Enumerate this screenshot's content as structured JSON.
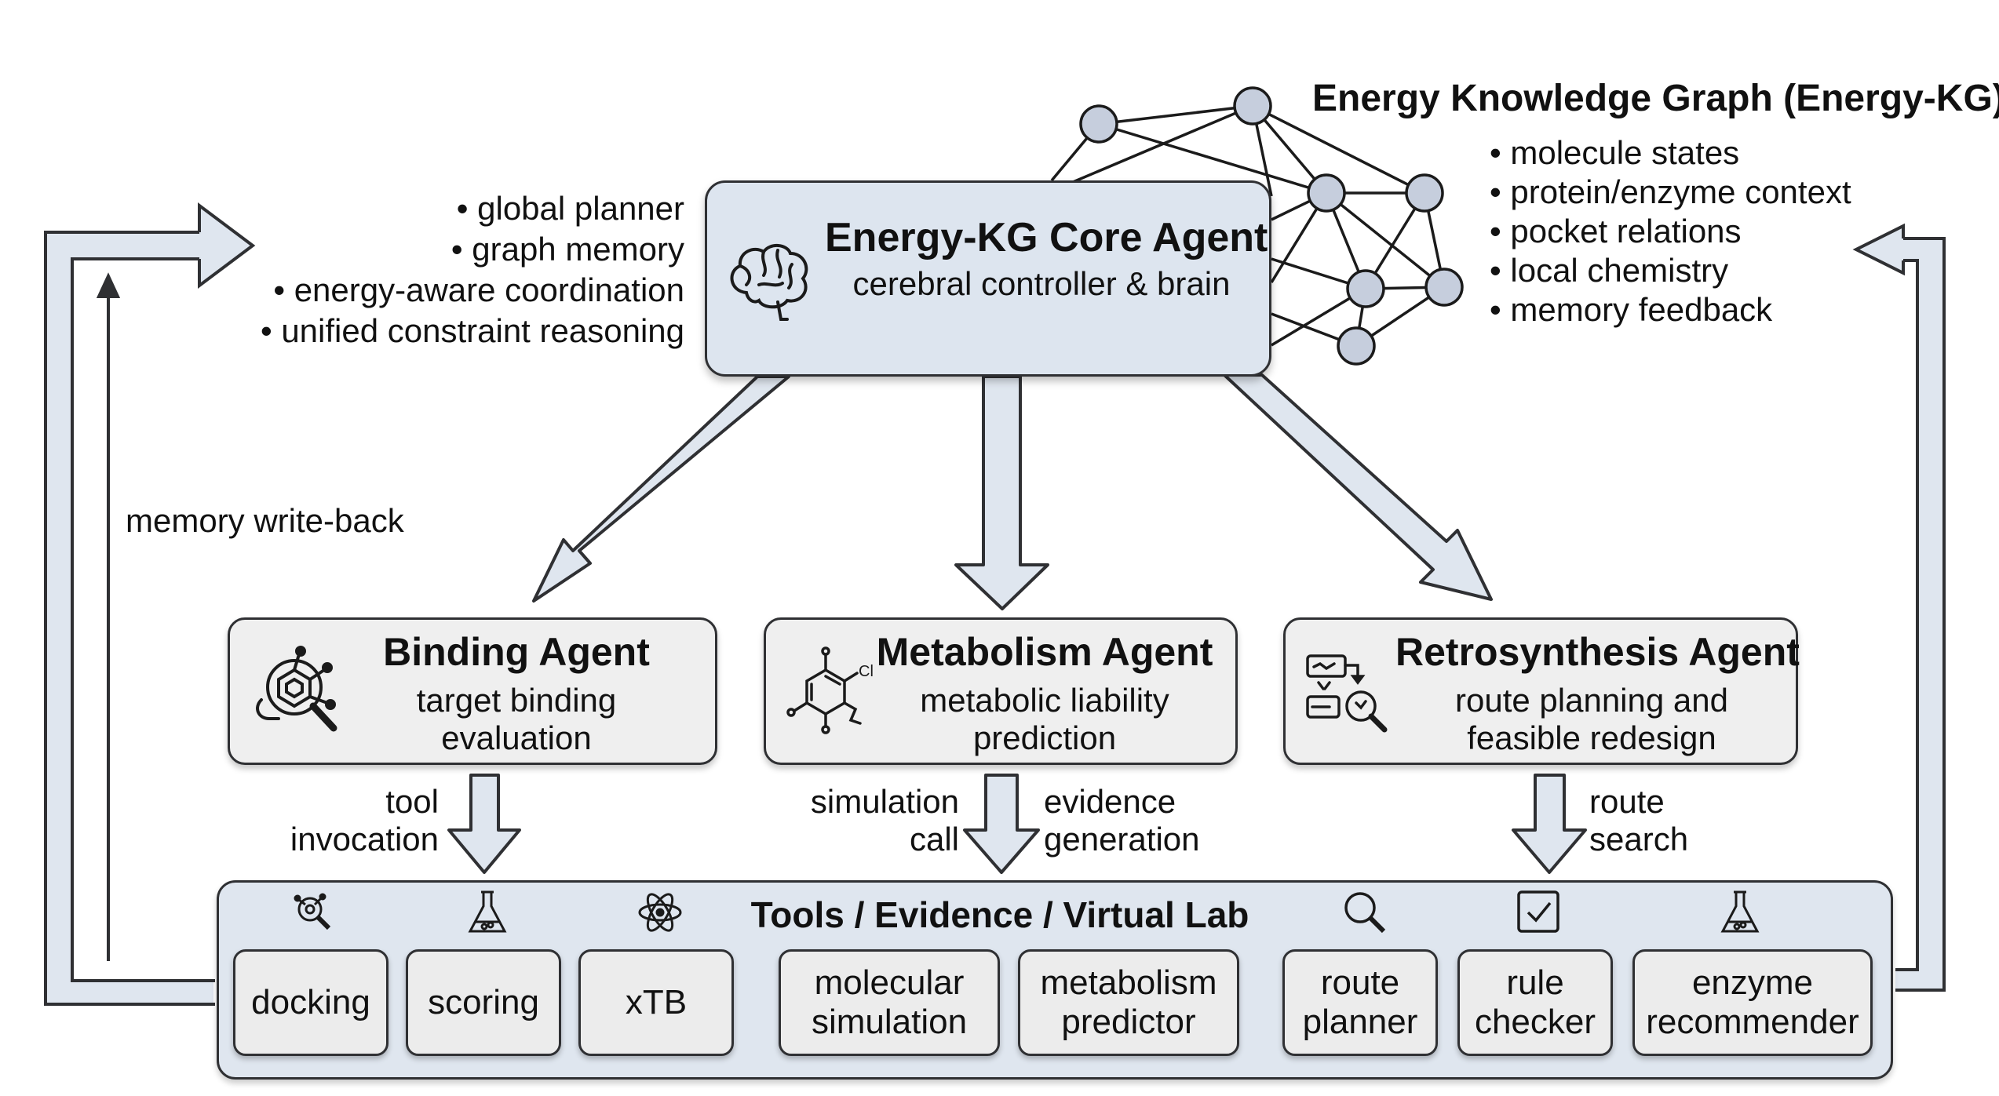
{
  "core": {
    "title": "Energy-KG Core Agent",
    "subtitle": "cerebral controller & brain",
    "bullets": [
      "global planner",
      "graph memory",
      "energy-aware coordination",
      "unified constraint reasoning"
    ]
  },
  "kg": {
    "title": "Energy Knowledge Graph (Energy-KG)",
    "bullets": [
      "molecule states",
      "protein/enzyme context",
      "pocket relations",
      "local chemistry",
      "memory feedback"
    ]
  },
  "feedback": {
    "label": "memory write-back"
  },
  "agents": [
    {
      "title": "Binding Agent",
      "line1": "target binding",
      "line2": "evaluation"
    },
    {
      "title": "Metabolism Agent",
      "line1": "metabolic liability",
      "line2": "prediction"
    },
    {
      "title": "Retrosynthesis Agent",
      "line1": "route planning and",
      "line2": "feasible redesign"
    }
  ],
  "flows": {
    "binding": [
      "tool",
      "invocation"
    ],
    "metabolism_left": [
      "simulation",
      "call"
    ],
    "metabolism_right": [
      "evidence",
      "generation"
    ],
    "retro": [
      "route",
      "search"
    ]
  },
  "lab": {
    "title": "Tools / Evidence / Virtual Lab",
    "icons": [
      "molecule-search-icon",
      "flask-icon",
      "atom-icon",
      "magnifier-icon",
      "checkbox-icon",
      "flask-icon"
    ],
    "tools": [
      [
        "docking"
      ],
      [
        "scoring"
      ],
      [
        "xTB"
      ],
      [
        "molecular",
        "simulation"
      ],
      [
        "metabolism",
        "predictor"
      ],
      [
        "route",
        "planner"
      ],
      [
        "rule",
        "checker"
      ],
      [
        "enzyme",
        "recommender"
      ]
    ]
  },
  "colors": {
    "arrow_fill": "#dfe6ef",
    "stroke": "#2f3033",
    "core_fill": "#dde5ef",
    "agent_fill": "#efefef",
    "node_fill": "#c6cedd"
  }
}
